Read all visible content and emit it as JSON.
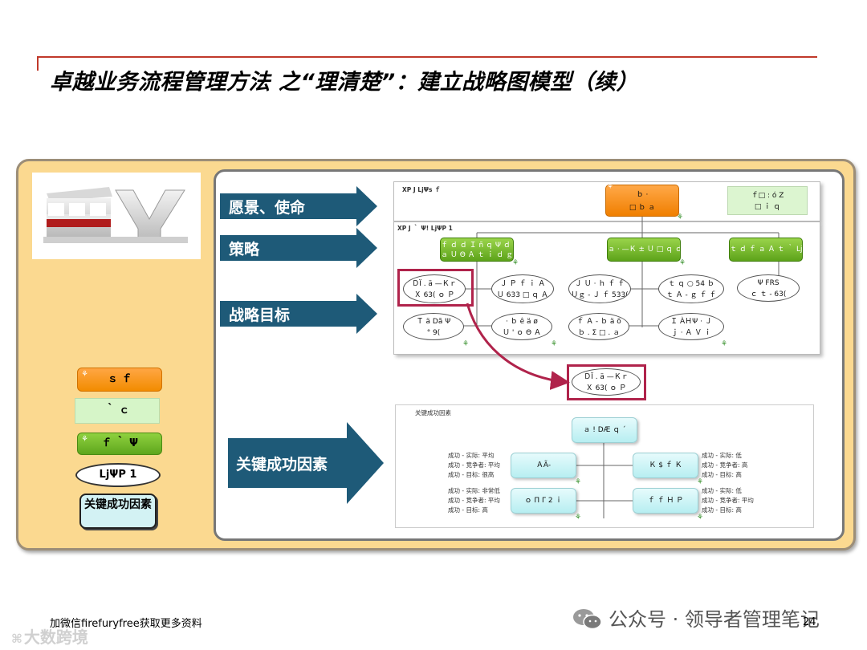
{
  "title": "卓越业务流程管理方法 之“理清楚”：建立战略图模型（续）",
  "arrows": {
    "vision": "愿景、使命",
    "strategy": "策略",
    "goals": "战略目标",
    "csf": "关键成功因素"
  },
  "legend": {
    "orange": "ｓ ｆ",
    "lightgreen": "｀ ｃ",
    "green": "ｆ ｀ Ψ",
    "oval": "LjΨP 1",
    "csf": "关键成功因素"
  },
  "diagram": {
    "top_panel_label": "XP J LjΨs ｆ",
    "mid_panel_label": "XP J ｀ Ψ! LjΨP 1",
    "vision_box": [
      "ｂ  ·",
      "□  ｂ ａ"
    ],
    "mission_box": [
      "ｆ□ :  ó Z",
      "□ ｉ  ｑ"
    ],
    "strategies": [
      [
        "ｆ ｄ ｄ Ｉ ñ ｑ Ψ ｄ  . ｖ ｉ",
        "ａ  Ｕ Θ Ａ ｔ ｉ ｄ ｇ ｉ"
      ],
      [
        "ａ ·  —Ｋ ± Ｕ  □ ｑ ｄ"
      ],
      [
        "ｔ ｄ ｆ ａ Ａ ｔ ｀ LjΨ"
      ]
    ],
    "goals": [
      [
        "ＤÏ .  ä —Ｋｒ",
        "Ｘ 63( ｏ Ｐ"
      ],
      [
        "Ｊ Ｐ ｆ ｉ Ａ",
        "Ｕ 633  □ ｑ Ａ"
      ],
      [
        "Ｊ Ｕ ·  ｈ ｆ ｆ",
        "Ｕｇ - Ｊ ｆ 533("
      ],
      [
        "ｔ ｑ ○ 54 ｂ",
        "ｔ Ａ - ｇ  ｆ ｆ"
      ],
      [
        "Ψ  FRS",
        "ｃ ｔ  -  63("
      ],
      [
        "Ｔ ä Dã  Ψ",
        "°  9("
      ],
      [
        "· ｂ  ê ä ø",
        "Ｕ  ' ｏ Θ Ａ"
      ],
      [
        "ｆ Ａ  - ｂ ä ö",
        "ｂ . Σ □ . ａ"
      ],
      [
        "Ｉ ÀＨΨ ·  Ｊ",
        "ｊ ·  Ａ  Ｖ ｉ"
      ]
    ],
    "highlighted_goal": [
      "ＤÏ .  ä —Ｋｒ",
      "Ｘ 63( ｏ Ｐ"
    ],
    "csf_panel_label": "关键成功因素",
    "csf_top": "ａ ! DÆ ｑ ´",
    "csf_nodes": [
      "ＡÃ-",
      "Ｋ $ ｆ Ｋ",
      "ｏ Π Γ  2 ｉ",
      "ｆ ｆ Ｈ Ｐ"
    ],
    "csf_notes": {
      "left_top": [
        "成功 - 实际: 平均",
        "成功 - 竞争者: 平均",
        "成功 - 目标: 很高"
      ],
      "right_top": [
        "成功 - 实际: 低",
        "成功 - 竞争者: 高",
        "成功 - 目标: 高"
      ],
      "left_bottom": [
        "成功 - 实际: 非常低",
        "成功 - 竞争者: 平均",
        "成功 - 目标: 高"
      ],
      "right_bottom": [
        "成功 - 实际: 低",
        "成功 - 竞争者: 平均",
        "成功 - 目标: 高"
      ]
    }
  },
  "footer": {
    "left": "加微信firefuryfree获取更多资料",
    "right": "公众号 · 领导者管理笔记",
    "page": "24",
    "watermark": "大数跨境"
  },
  "colors": {
    "arrow": "#1e5a78",
    "panel": "#fbd990",
    "highlight": "#b0234b",
    "orange": "#f28c00",
    "green": "#5ea61d"
  }
}
